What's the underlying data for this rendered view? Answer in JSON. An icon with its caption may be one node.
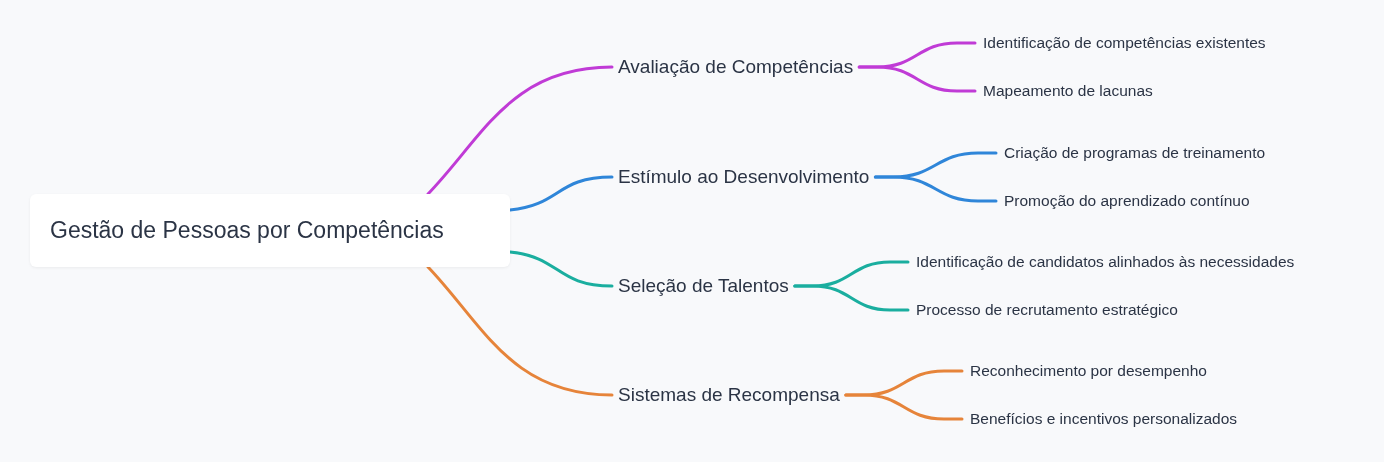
{
  "diagram": {
    "nodes": [
      {
        "text": [
          "Gestão de Pessoas por Competências"
        ]
      },
      {
        "text": [
          "Avaliação de Competências"
        ]
      },
      {
        "text": [
          "Identificação de competências existentes"
        ]
      },
      {
        "text": [
          "Mapeamento de lacunas"
        ]
      },
      {
        "text": [
          "Estímulo ao Desenvolvimento"
        ]
      },
      {
        "text": [
          "Criação de programas de treinamento"
        ]
      },
      {
        "text": [
          "Promoção do aprendizado contínuo"
        ]
      },
      {
        "text": [
          "Seleção de Talentos"
        ]
      },
      {
        "text": [
          "Identificação de candidatos alinhados às necessidades"
        ]
      },
      {
        "text": [
          "Processo de recrutamento estratégico"
        ]
      },
      {
        "text": [
          "Sistemas de Recompensa"
        ]
      },
      {
        "text": [
          "Reconhecimento por desempenho"
        ]
      },
      {
        "text": [
          "Benefícios e incentivos personalizados"
        ]
      }
    ],
    "edges": [
      {
        "from": 0,
        "to": 1,
        "arrow": "none",
        "color": "#c03bd6"
      },
      {
        "from": 0,
        "to": 4,
        "arrow": "none",
        "color": "#2f86d9"
      },
      {
        "from": 0,
        "to": 7,
        "arrow": "none",
        "color": "#1aae9f"
      },
      {
        "from": 0,
        "to": 10,
        "arrow": "none",
        "color": "#e6843a"
      },
      {
        "from": 1,
        "to": 2,
        "arrow": "none",
        "color": "#c03bd6"
      },
      {
        "from": 1,
        "to": 3,
        "arrow": "none",
        "color": "#c03bd6"
      },
      {
        "from": 4,
        "to": 5,
        "arrow": "none",
        "color": "#2f86d9"
      },
      {
        "from": 4,
        "to": 6,
        "arrow": "none",
        "color": "#2f86d9"
      },
      {
        "from": 7,
        "to": 8,
        "arrow": "none",
        "color": "#1aae9f"
      },
      {
        "from": 7,
        "to": 9,
        "arrow": "none",
        "color": "#1aae9f"
      },
      {
        "from": 10,
        "to": 11,
        "arrow": "none",
        "color": "#e6843a"
      },
      {
        "from": 10,
        "to": 12,
        "arrow": "none",
        "color": "#e6843a"
      }
    ]
  }
}
